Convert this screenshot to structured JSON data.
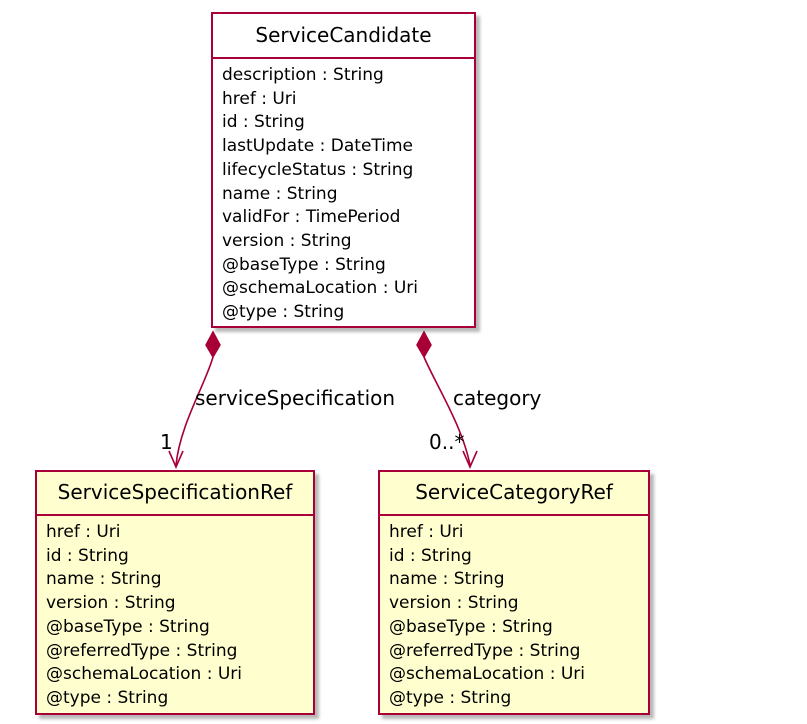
{
  "colors": {
    "border": "#a80036",
    "main_fill": "#ffffff",
    "ref_fill": "#fefece"
  },
  "classes": {
    "service_candidate": {
      "name": "ServiceCandidate",
      "attributes": [
        "description : String",
        "href : Uri",
        "id : String",
        "lastUpdate : DateTime",
        "lifecycleStatus : String",
        "name : String",
        "validFor : TimePeriod",
        "version : String",
        "@baseType : String",
        "@schemaLocation : Uri",
        "@type : String"
      ]
    },
    "service_specification_ref": {
      "name": "ServiceSpecificationRef",
      "attributes": [
        "href : Uri",
        "id : String",
        "name : String",
        "version : String",
        "@baseType : String",
        "@referredType : String",
        "@schemaLocation : Uri",
        "@type : String"
      ]
    },
    "service_category_ref": {
      "name": "ServiceCategoryRef",
      "attributes": [
        "href : Uri",
        "id : String",
        "name : String",
        "version : String",
        "@baseType : String",
        "@referredType : String",
        "@schemaLocation : Uri",
        "@type : String"
      ]
    }
  },
  "associations": {
    "specification": {
      "role": "serviceSpecification",
      "multiplicity": "1"
    },
    "category": {
      "role": "category",
      "multiplicity": "0..*"
    }
  }
}
